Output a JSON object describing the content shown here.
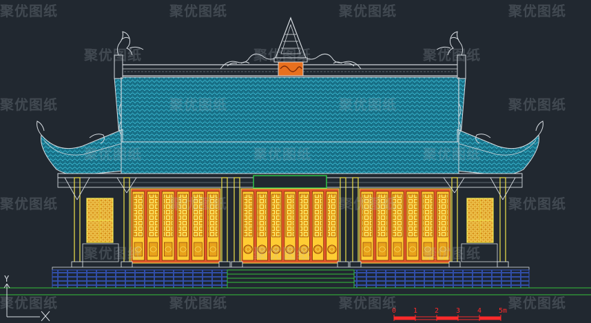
{
  "watermark": {
    "text": "聚优图纸"
  },
  "scale_bar": {
    "ticks": [
      "0",
      "1",
      "2",
      "3",
      "4",
      "5m"
    ]
  },
  "ucs": {
    "y_label": "Y",
    "x_label": "X"
  },
  "colors": {
    "background": "#212830",
    "roof_tile": "#1e8fa6",
    "line_white": "#d8dde2",
    "column_yellow": "#f0e24a",
    "door_fill": "#ffcc33",
    "door_frame": "#e0562a",
    "plinth_blue": "#2f4fae",
    "ground_green": "#35c23a",
    "scale_red": "#ff2a2a",
    "plaque_green": "#2fd04a"
  }
}
